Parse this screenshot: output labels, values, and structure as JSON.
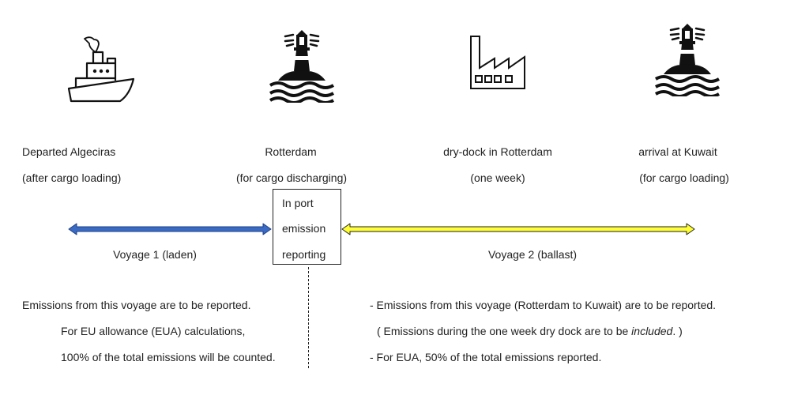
{
  "stops": [
    {
      "name": "Departed Algeciras",
      "note": "(after cargo loading)",
      "icon": "ship-icon"
    },
    {
      "name": "Rotterdam",
      "note": "(for cargo discharging)",
      "icon": "lighthouse-icon"
    },
    {
      "name": "dry-dock in Rotterdam",
      "note": "(one week)",
      "icon": "factory-icon"
    },
    {
      "name": "arrival at Kuwait",
      "note": "(for cargo loading)",
      "icon": "lighthouse-icon"
    }
  ],
  "port_box": {
    "line1": "In port",
    "line2": "emission",
    "line3": "reporting"
  },
  "voyages": [
    {
      "label": "Voyage 1 (laden)",
      "color": "#3a6bc4"
    },
    {
      "label": "Voyage 2 (ballast)",
      "color": "#ffff33"
    }
  ],
  "notes_left": [
    "Emissions from this voyage are to be reported.",
    "For EU allowance (EUA) calculations,",
    "100% of the total emissions will be counted."
  ],
  "notes_right": {
    "line1": "- Emissions from this voyage (Rotterdam to Kuwait) are to be reported.",
    "line2_prefix": "( Emissions during the one week dry dock are to be ",
    "line2_em": "included",
    "line2_suffix": ". )",
    "line3": "- For EUA, 50% of the total emissions reported."
  }
}
